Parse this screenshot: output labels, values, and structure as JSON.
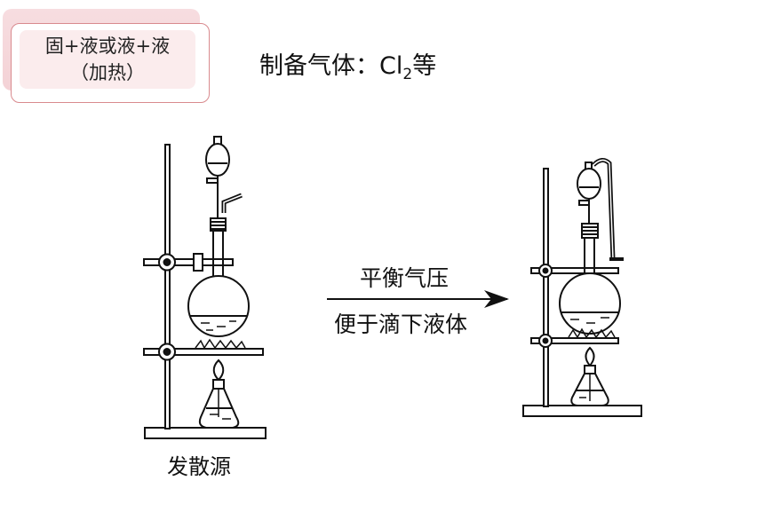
{
  "label": {
    "line1": "固+液或液+液",
    "line2": "（加热）"
  },
  "headline": {
    "prefix": "制备气体：Cl",
    "subscript": "2",
    "suffix": "等"
  },
  "arrow": {
    "top_text": "平衡气压",
    "bottom_text": "便于滴下液体"
  },
  "left_apparatus": {
    "caption": "发散源"
  }
}
